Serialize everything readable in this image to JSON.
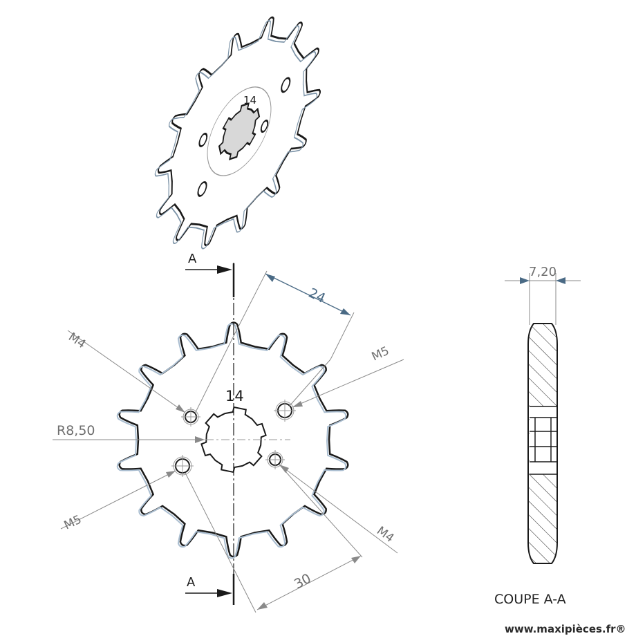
{
  "labels": {
    "tooth_count": "14",
    "tooth_count_iso": "14",
    "section_marker_top": "A",
    "section_marker_bottom": "A",
    "dim_24": "24",
    "dim_30": "30",
    "dim_r": "R8,50",
    "thread_m4_top": "M4",
    "thread_m4_bottom": "M4",
    "thread_m5_top": "M5",
    "thread_m5_bottom": "M5",
    "dim_thickness": "7,20",
    "section_caption": "COUPE A-A"
  },
  "watermark": "www.maxipièces.fr®",
  "colors": {
    "line": "#1a1a1a",
    "dimension": "#8a8a8a",
    "dimension_blue": "#4a6a85",
    "tooth_tint": "#a9bdd0"
  }
}
